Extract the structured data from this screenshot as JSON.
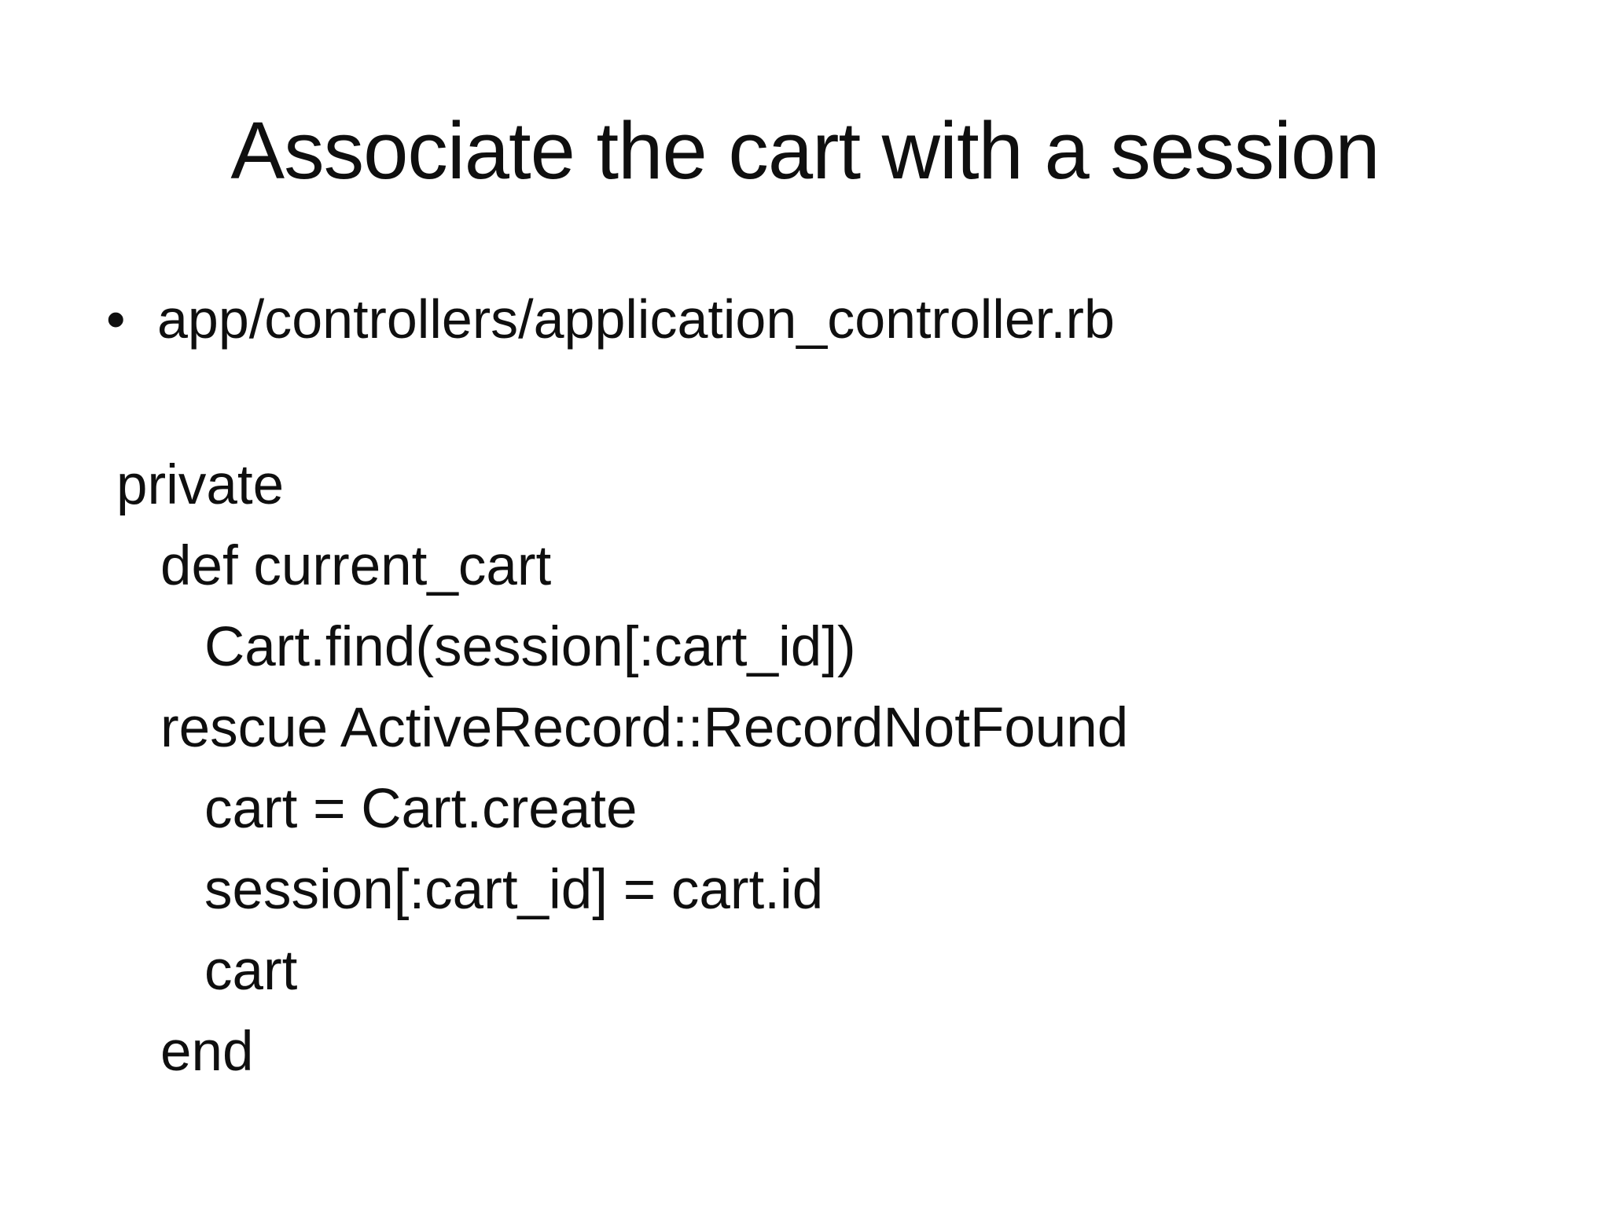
{
  "colors": {
    "background": "#ffffff",
    "text": "#0f0f0f"
  },
  "slide": {
    "title": "Associate the cart with a session",
    "bullet": {
      "marker": "•",
      "text": "app/controllers/application_controller.rb"
    },
    "code": {
      "lines": [
        {
          "indent": 0,
          "text": "private"
        },
        {
          "indent": 1,
          "text": "def current_cart"
        },
        {
          "indent": 2,
          "text": "Cart.find(session[:cart_id])"
        },
        {
          "indent": 1,
          "text": "rescue ActiveRecord::RecordNotFound"
        },
        {
          "indent": 2,
          "text": "cart = Cart.create"
        },
        {
          "indent": 2,
          "text": "session[:cart_id] = cart.id"
        },
        {
          "indent": 2,
          "text": "cart"
        },
        {
          "indent": 1,
          "text": "end"
        }
      ]
    }
  }
}
